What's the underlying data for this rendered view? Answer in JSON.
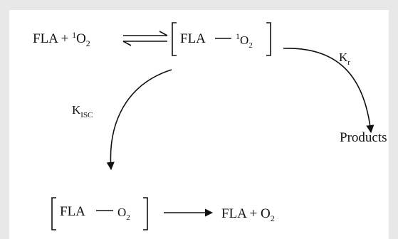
{
  "diagram": {
    "reactant": {
      "base": "FLA + ",
      "sup": "1",
      "species": "O",
      "sub": "2"
    },
    "complex_singlet": {
      "fla": "FLA",
      "sup": "1",
      "species": "O",
      "sub": "2"
    },
    "complex_triplet": {
      "fla": "FLA",
      "species": "O",
      "sub": "2"
    },
    "products_label": "Products",
    "final": {
      "base": "FLA + O",
      "sub": "2"
    },
    "rate_kr": {
      "base": "K",
      "sub": "r"
    },
    "rate_kisc": {
      "base": "K",
      "sub": "ISC"
    }
  },
  "colors": {
    "ink": "#111111",
    "background": "#ffffff",
    "frame": "#e8e8e8"
  }
}
